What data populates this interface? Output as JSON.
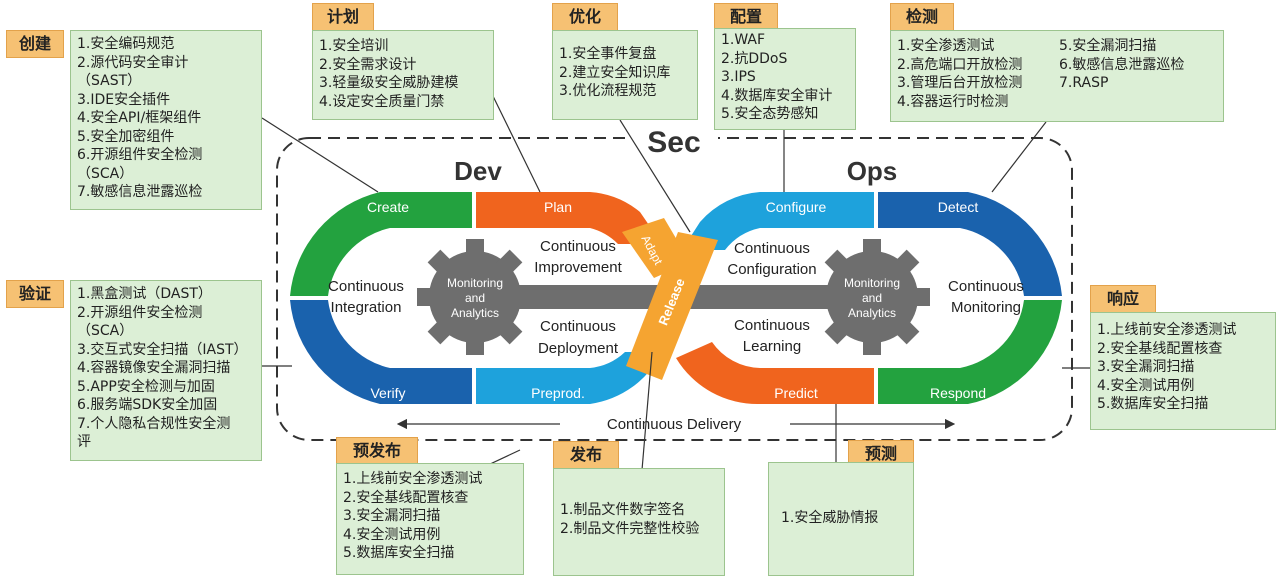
{
  "center": {
    "sec": "Sec",
    "dev": "Dev",
    "ops": "Ops",
    "ring": {
      "create": "Create",
      "plan": "Plan",
      "verify": "Verify",
      "preprod": "Preprod.",
      "configure": "Configure",
      "detect": "Detect",
      "predict": "Predict",
      "respond": "Respond",
      "adapt": "Adapt",
      "release": "Release"
    },
    "inner": {
      "ci": [
        "Continuous",
        "Integration"
      ],
      "cimp": [
        "Continuous",
        "Improvement"
      ],
      "cdep": [
        "Continuous",
        "Deployment"
      ],
      "cconf": [
        "Continuous",
        "Configuration"
      ],
      "clearn": [
        "Continuous",
        "Learning"
      ],
      "cmon": [
        "Continuous",
        "Monitoring"
      ]
    },
    "gear": [
      "Monitoring",
      "and",
      "Analytics"
    ],
    "delivery": "Continuous Delivery"
  },
  "colors": {
    "green": "#23a23f",
    "blue": "#1a62ad",
    "orange": "#f0641e",
    "cyan": "#1ea2dc",
    "amber": "#f5a431",
    "gear": "#6e6e6e"
  },
  "sections": {
    "create": {
      "tag": "创建",
      "items": [
        "1.安全编码规范",
        "2.源代码安全审计\n（SAST）",
        "3.IDE安全插件",
        "4.安全API/框架组件",
        "5.安全加密组件",
        "6.开源组件安全检测\n（SCA）",
        "7.敏感信息泄露巡检"
      ]
    },
    "verify": {
      "tag": "验证",
      "items": [
        "1.黑盒测试（DAST）",
        "2.开源组件安全检测\n（SCA）",
        "3.交互式安全扫描（IAST）",
        "4.容器镜像安全漏洞扫描",
        "5.APP安全检测与加固",
        "6.服务端SDK安全加固",
        "7.个人隐私合规性安全测\n评"
      ]
    },
    "plan": {
      "tag": "计划",
      "items": [
        "1.安全培训",
        "2.安全需求设计",
        "3.轻量级安全威胁建模",
        "4.设定安全质量门禁"
      ]
    },
    "optimize": {
      "tag": "优化",
      "items": [
        "1.安全事件复盘",
        "2.建立安全知识库",
        "3.优化流程规范"
      ]
    },
    "configure": {
      "tag": "配置",
      "items": [
        "1.WAF",
        "2.抗DDoS",
        "3.IPS",
        "4.数据库安全审计",
        "5.安全态势感知"
      ]
    },
    "detect": {
      "tag": "检测",
      "items_left": [
        "1.安全渗透测试",
        "2.高危端口开放检测",
        "3.管理后台开放检测",
        "4.容器运行时检测"
      ],
      "items_right": [
        "5.安全漏洞扫描",
        "6.敏感信息泄露巡检",
        "7.RASP"
      ]
    },
    "respond": {
      "tag": "响应",
      "items": [
        "1.上线前安全渗透测试",
        "2.安全基线配置核查",
        "3.安全漏洞扫描",
        "4.安全测试用例",
        "5.数据库安全扫描"
      ]
    },
    "preprod": {
      "tag": "预发布",
      "items": [
        "1.上线前安全渗透测试",
        "2.安全基线配置核查",
        "3.安全漏洞扫描",
        "4.安全测试用例",
        "5.数据库安全扫描"
      ]
    },
    "release": {
      "tag": "发布",
      "items": [
        "1.制品文件数字签名",
        "2.制品文件完整性校验"
      ]
    },
    "predict": {
      "tag": "预测",
      "items": [
        "1.安全威胁情报"
      ]
    }
  }
}
